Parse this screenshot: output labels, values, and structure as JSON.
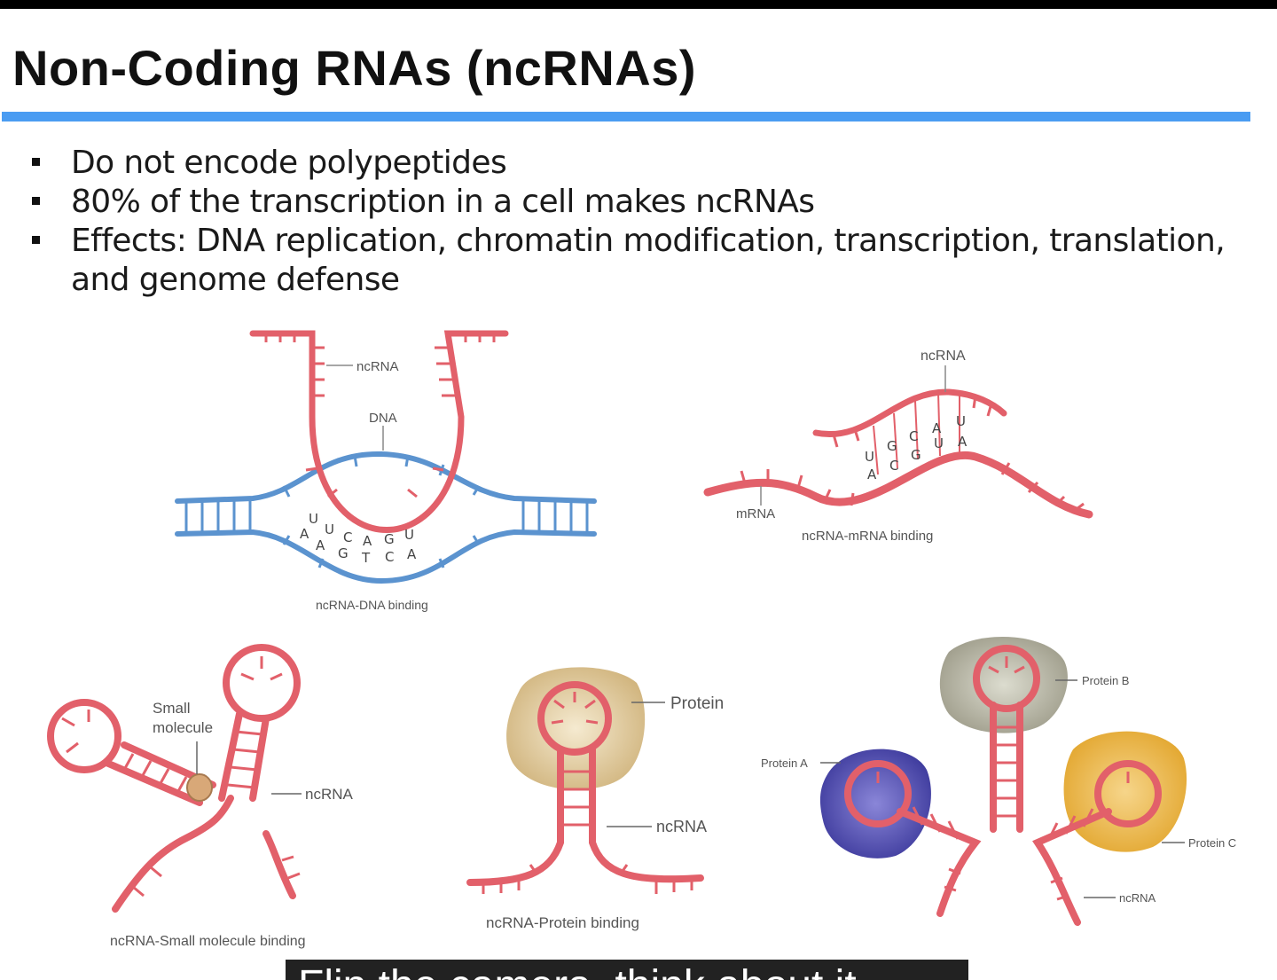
{
  "slide": {
    "title": "Non-Coding RNAs (ncRNAs)",
    "bullets": [
      "Do not encode polypeptides",
      "80% of the transcription in a cell makes ncRNAs",
      "Effects: DNA replication, chromatin modification, transcription, translation, and genome defense"
    ]
  },
  "figure": {
    "panel_dna": {
      "ncrna_label": "ncRNA",
      "dna_label": "DNA",
      "rna_bases": [
        "U",
        "U",
        "C",
        "A",
        "G",
        "U"
      ],
      "dna_bases": [
        "A",
        "A",
        "G",
        "T",
        "C",
        "A"
      ],
      "caption": "ncRNA-DNA binding"
    },
    "panel_mrna": {
      "ncrna_label": "ncRNA",
      "mrna_label": "mRNA",
      "upper_bases": [
        "U",
        "G",
        "C",
        "A",
        "U"
      ],
      "lower_bases": [
        "A",
        "C",
        "G",
        "U",
        "A"
      ],
      "caption": "ncRNA-mRNA binding"
    },
    "panel_small": {
      "small_label_line1": "Small",
      "small_label_line2": "molecule",
      "ncrna_label": "ncRNA",
      "caption": "ncRNA-Small molecule binding"
    },
    "panel_protein": {
      "protein_label": "Protein",
      "ncrna_label": "ncRNA",
      "caption": "ncRNA-Protein binding"
    },
    "panel_multi": {
      "protein_a": "Protein A",
      "protein_b": "Protein B",
      "protein_c": "Protein C",
      "ncrna_label": "ncRNA"
    },
    "colors": {
      "rna": "#e2606a",
      "dna": "#5b93cf",
      "protein_tan": "#d9c08a",
      "protein_gray": "#a8a593",
      "protein_blue": "#4f4cae",
      "protein_yellow": "#e9b43f",
      "small_molecule": "#d8a878"
    }
  },
  "caption_overlay": {
    "text": "Flip the camera, think about it"
  }
}
